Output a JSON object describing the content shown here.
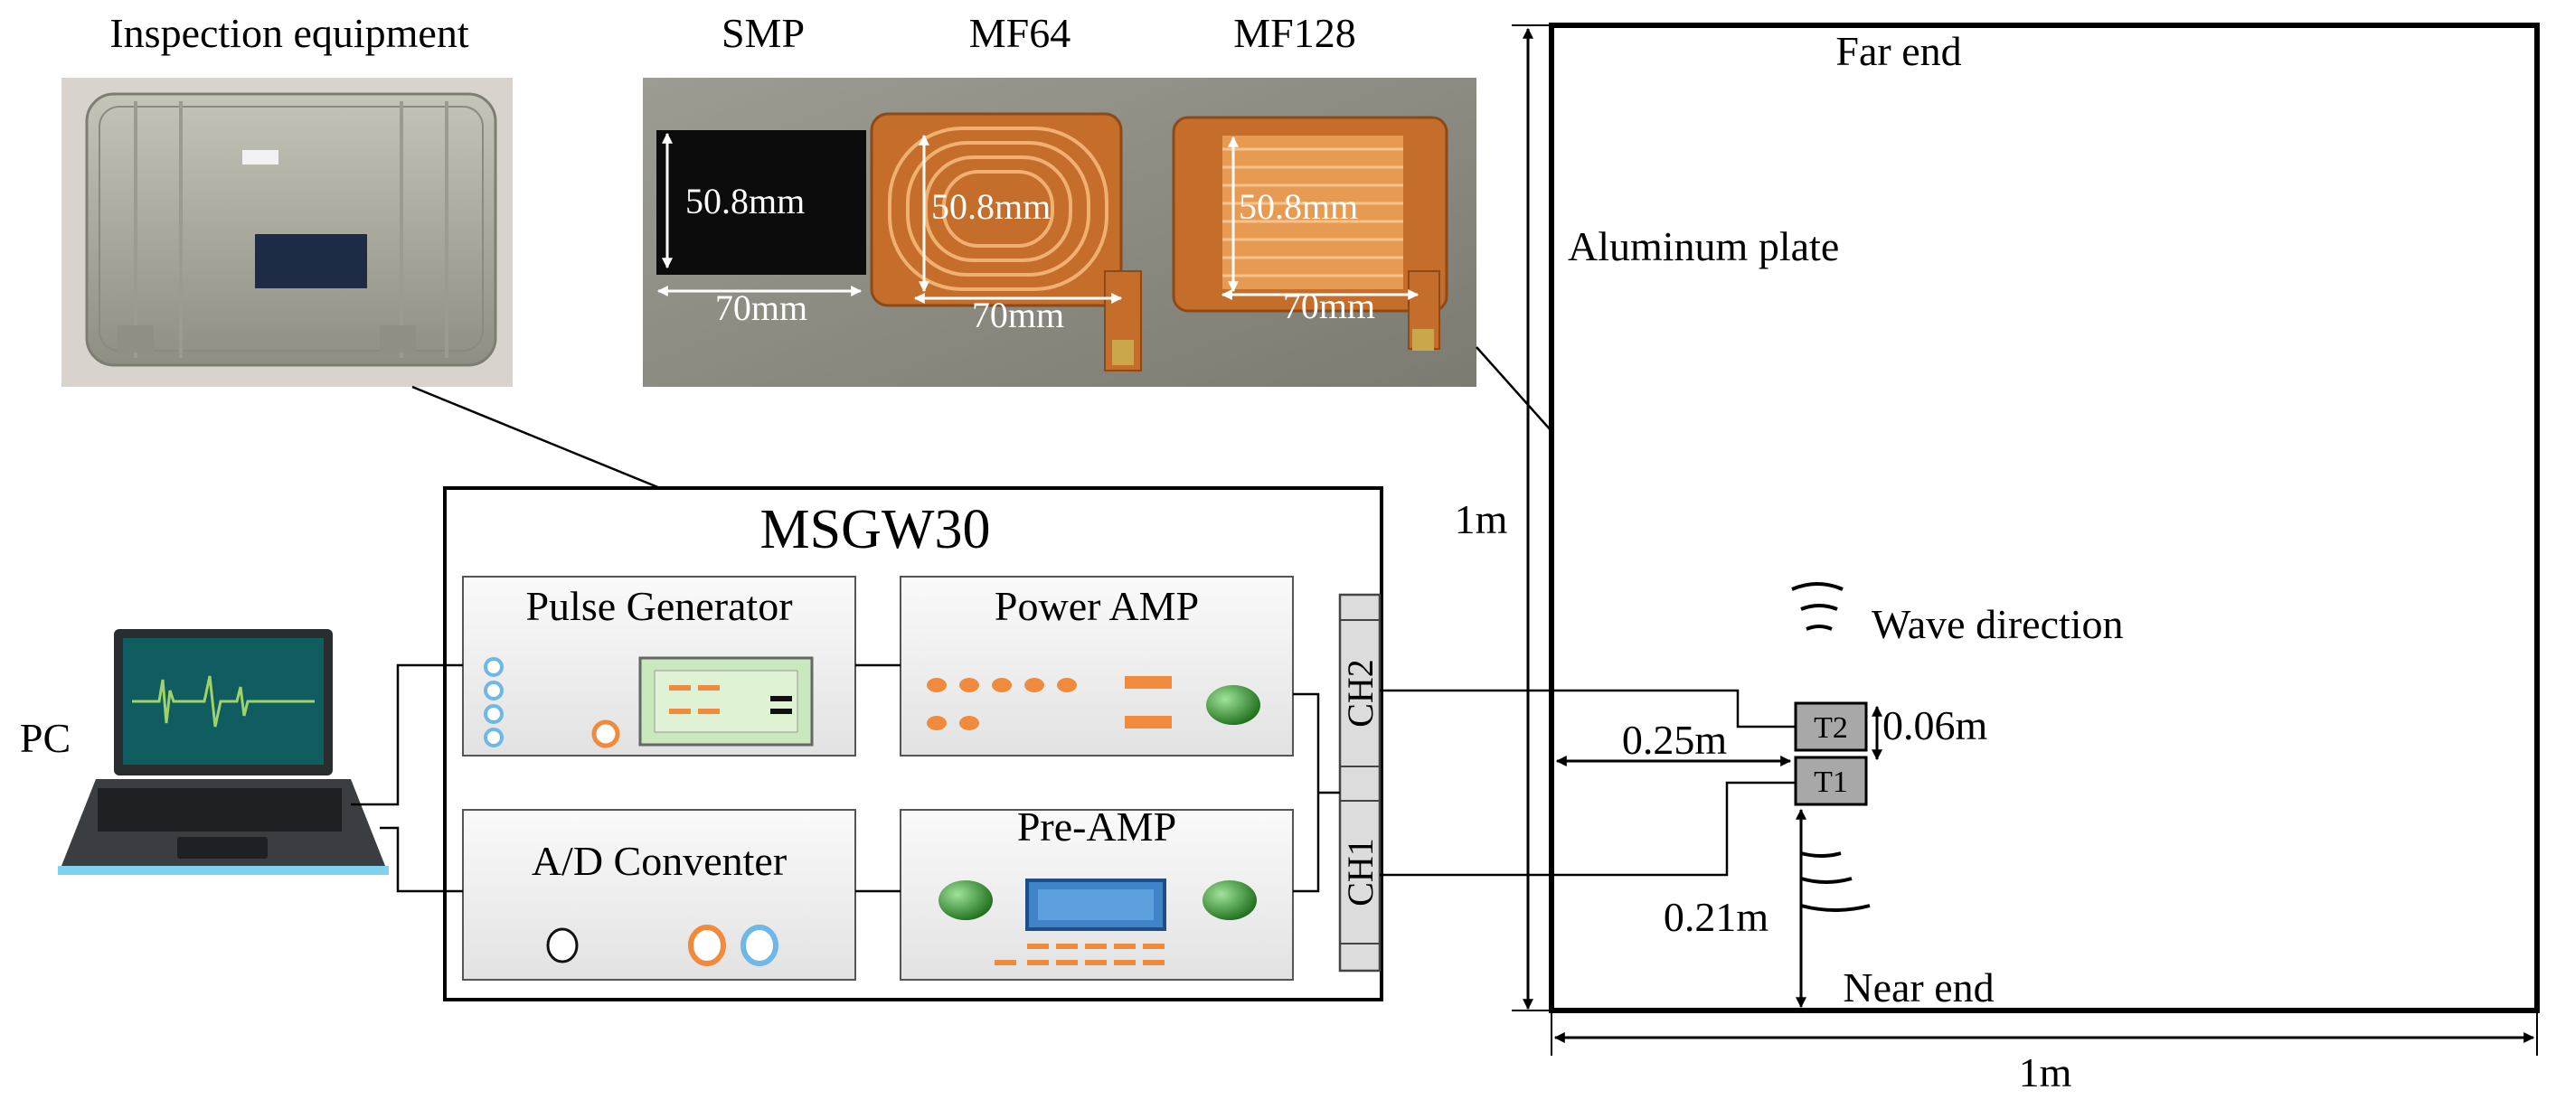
{
  "photos": {
    "equipment_caption": "Inspection equipment",
    "sensor_names": [
      "SMP",
      "MF64",
      "MF128"
    ],
    "sensors": [
      {
        "height_label": "50.8mm",
        "width_label": "70mm"
      },
      {
        "height_label": "50.8mm",
        "width_label": "70mm"
      },
      {
        "height_label": "50.8mm",
        "width_label": "70mm"
      }
    ]
  },
  "system": {
    "title": "MSGW30",
    "modules": {
      "pulse_generator": "Pulse Generator",
      "power_amp": "Power AMP",
      "ad_converter": "A/D Conventer",
      "pre_amp": "Pre-AMP"
    },
    "channels": [
      "CH2",
      "CH1"
    ],
    "pc_label": "PC"
  },
  "plate": {
    "far_end": "Far end",
    "near_end": "Near end",
    "material": "Aluminum plate",
    "height_label": "1m",
    "width_label": "1m",
    "wave_direction": "Wave direction",
    "t2": "T2",
    "t1": "T1",
    "gap_label": "0.06m",
    "left_offset_label": "0.25m",
    "bottom_offset_label": "0.21m"
  },
  "colors": {
    "line": "#000000",
    "module_fill": "#f1f1f1",
    "led_blue": "#6fb7e6",
    "led_orange": "#f08a3c",
    "led_green": "#2f8f2a",
    "lcd_green": "#c9e8bd",
    "lcd_blue": "#3f84c8",
    "flex_copper": "#cc7d3c",
    "sensor_black": "#0c0c0c",
    "case_gray": "#a9a99d",
    "laptop_dark": "#2a2d30",
    "transducer_gray": "#a8a8a8"
  }
}
